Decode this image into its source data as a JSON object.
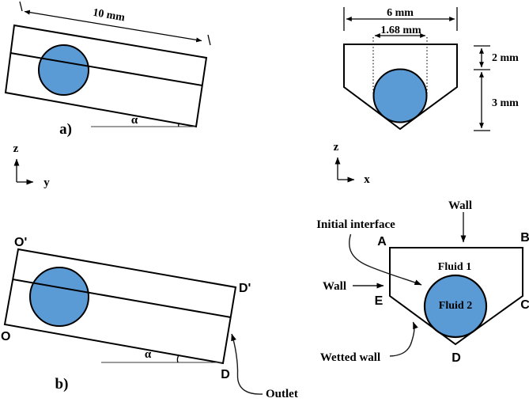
{
  "figure": {
    "colors": {
      "droplet_fill": "#5B9BD5",
      "outline": "#000000",
      "panel_label_color": "#1E3A93"
    },
    "panel_a": {
      "label": "a)",
      "length_dim": "10 mm",
      "angle": "α",
      "axis_vertical": "z",
      "axis_horizontal": "y"
    },
    "cross_section": {
      "width_dim": "6 mm",
      "droplet_dim": "1.68 mm",
      "upper_depth_dim": "2 mm",
      "lower_depth_dim": "3 mm",
      "axis_vertical": "z",
      "axis_horizontal": "x"
    },
    "panel_b": {
      "label": "b)",
      "corners": {
        "top_left": "O'",
        "top_right": "D'",
        "bottom_left": "O",
        "bottom_right": "D"
      },
      "angle": "α",
      "outlet_label": "Outlet"
    },
    "schematic": {
      "corners": {
        "a": "A",
        "b": "B",
        "c": "C",
        "d": "D",
        "e": "E"
      },
      "wall_top_label": "Wall",
      "wall_left_label": "Wall",
      "initial_interface_label": "Initial interface",
      "wetted_wall_label": "Wetted wall",
      "fluid1_label": "Fluid 1",
      "fluid2_label": "Fluid 2"
    }
  }
}
